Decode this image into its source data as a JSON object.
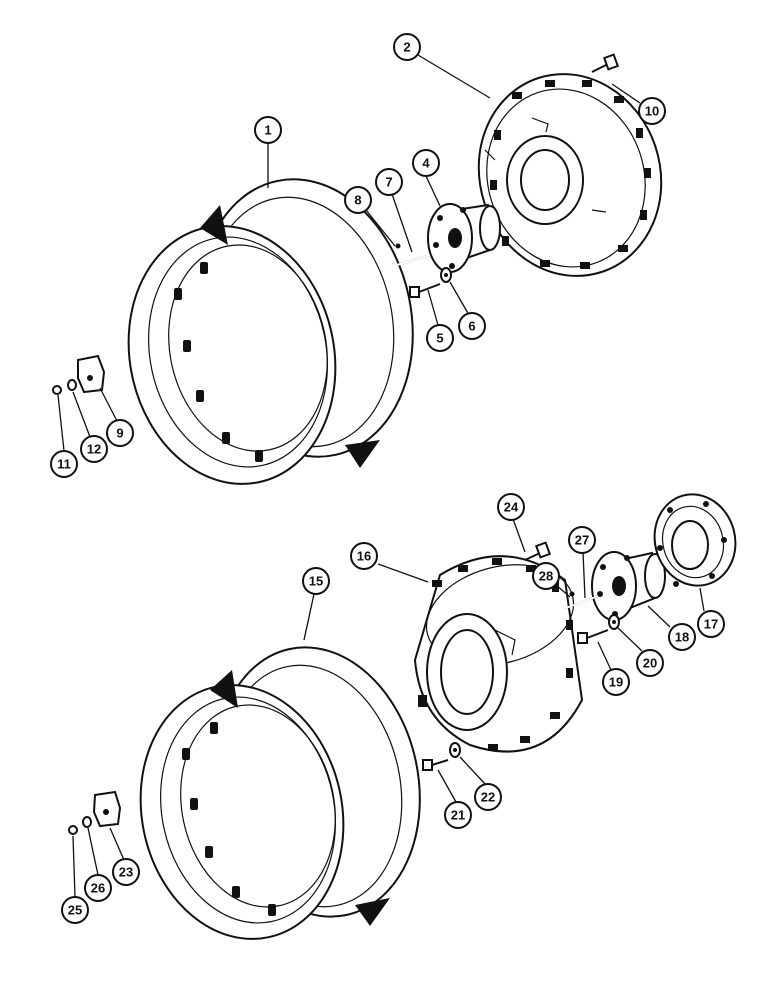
{
  "callouts": {
    "c1": "1",
    "c2": "2",
    "c4": "4",
    "c5": "5",
    "c6": "6",
    "c7": "7",
    "c8": "8",
    "c9": "9",
    "c10": "10",
    "c11": "11",
    "c12": "12",
    "c15": "15",
    "c16": "16",
    "c17": "17",
    "c18": "18",
    "c19": "19",
    "c20": "20",
    "c21": "21",
    "c22": "22",
    "c23": "23",
    "c24": "24",
    "c25": "25",
    "c26": "26",
    "c27": "27",
    "c28": "28"
  },
  "icons": {
    "rim": "wheel-rim-icon",
    "center": "wheel-center-disc-icon",
    "hub": "hub-icon",
    "bolt": "bolt-icon",
    "nut": "nut-icon",
    "washer": "washer-icon",
    "clamp": "clamp-icon",
    "pin": "pin-icon",
    "cap": "hub-cap-icon"
  }
}
